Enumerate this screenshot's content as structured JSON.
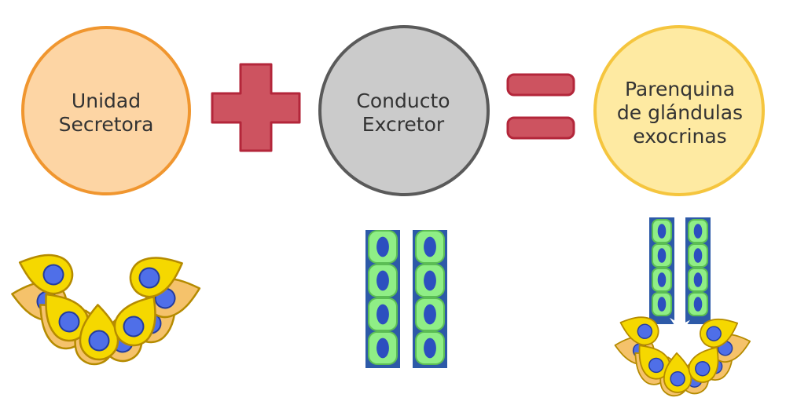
{
  "title": "",
  "terms": [
    {
      "id": "unidad",
      "lines": [
        "Unidad",
        "Secretora"
      ],
      "fill": "#fdd5a4",
      "stroke": "#f0962f"
    },
    {
      "id": "conducto",
      "lines": [
        "Conducto",
        "Excretor"
      ],
      "fill": "#cbcbcb",
      "stroke": "#5a5a5a"
    },
    {
      "id": "parenquima",
      "lines": [
        "Parenquina",
        "de glándulas",
        "exocrinas"
      ],
      "fill": "#feeaa2",
      "stroke": "#f5c53e"
    }
  ],
  "operators": [
    {
      "id": "plus",
      "symbol": "plus",
      "fill": "#cd5360",
      "stroke": "#b3263a"
    },
    {
      "id": "equals",
      "symbol": "equals",
      "fill": "#cd5360",
      "stroke": "#b3263a"
    }
  ],
  "cell_colors": {
    "secretory_cell": "#f5d800",
    "secretory_cell_back": "#f5c26b",
    "secretory_outline": "#b58b00",
    "nucleus": "#4f6fe8",
    "nucleus_outline": "#233c9e",
    "duct_cell": "#8fee86",
    "duct_outline": "#5bbd54",
    "duct_nucleus": "#2c4fbf",
    "basement": "#2d5aa8"
  },
  "icons": [
    "acinus-illustration",
    "duct-illustration",
    "gland-illustration"
  ]
}
